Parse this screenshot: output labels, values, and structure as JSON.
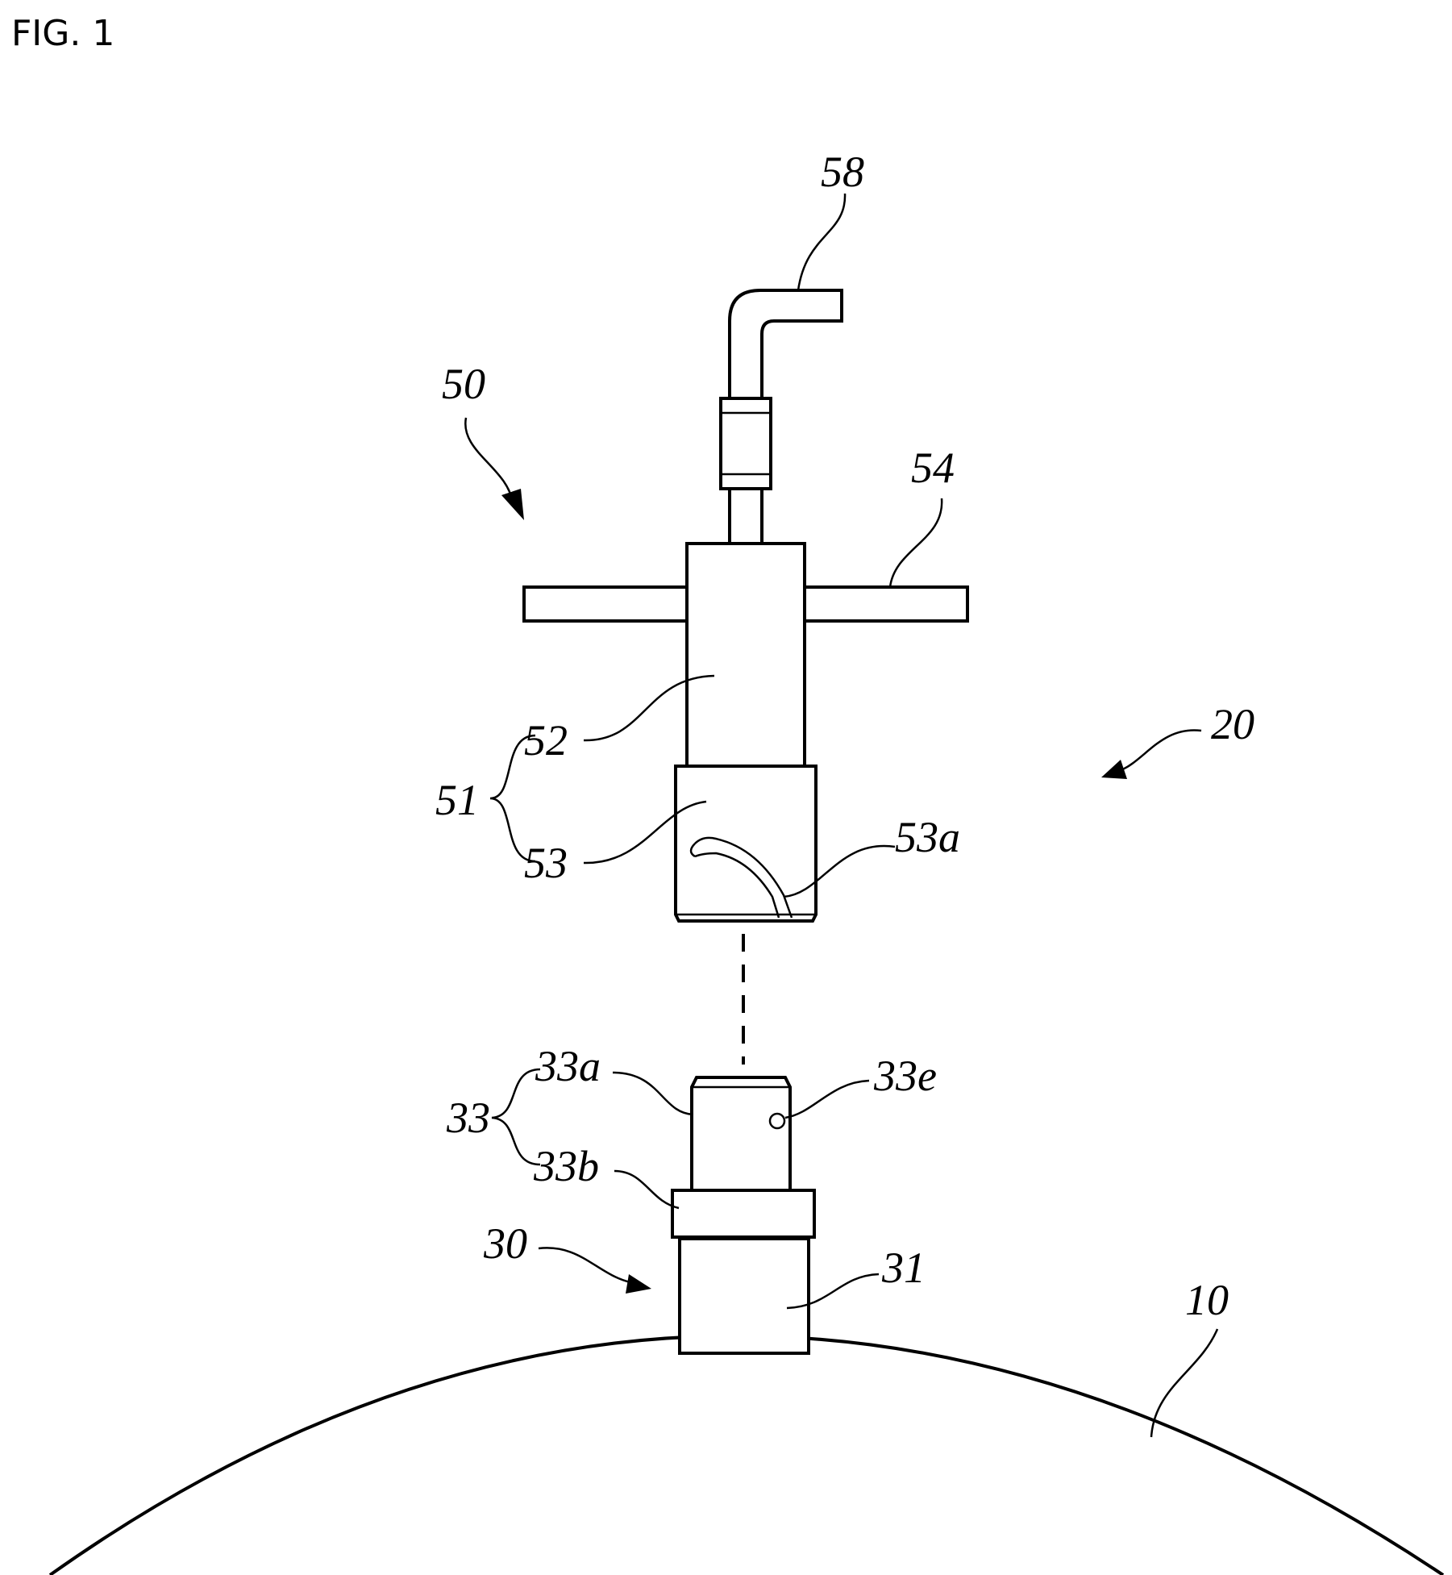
{
  "figure": {
    "title": "FIG. 1",
    "labels": {
      "l58": "58",
      "l50": "50",
      "l54": "54",
      "l20": "20",
      "l52": "52",
      "l51": "51",
      "l53": "53",
      "l53a": "53a",
      "l33a": "33a",
      "l33e": "33e",
      "l33": "33",
      "l33b": "33b",
      "l30": "30",
      "l31": "31",
      "l10": "10"
    }
  }
}
